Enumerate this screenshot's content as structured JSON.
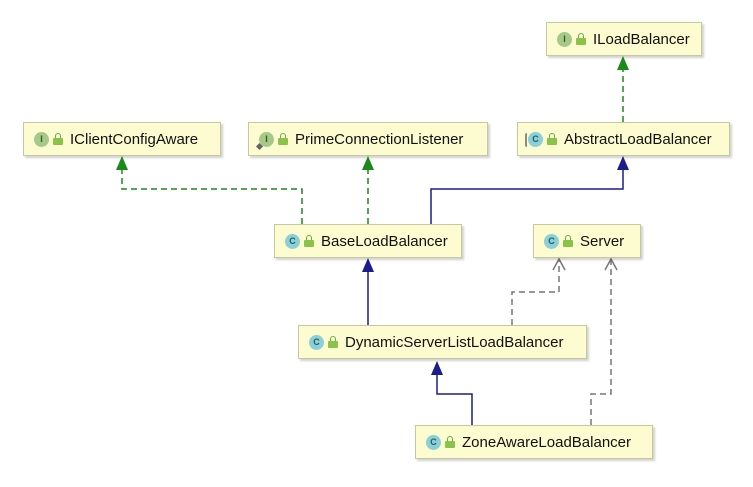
{
  "diagram": {
    "nodes": {
      "iloadbalancer": {
        "label": "ILoadBalancer",
        "kind": "interface",
        "badge": "I"
      },
      "iclientconfigaware": {
        "label": "IClientConfigAware",
        "kind": "interface",
        "badge": "I"
      },
      "primeconnectionlistener": {
        "label": "PrimeConnectionListener",
        "kind": "interface",
        "badge": "I"
      },
      "abstractloadbalancer": {
        "label": "AbstractLoadBalancer",
        "kind": "abstract-class",
        "badge": "C"
      },
      "baseloadbalancer": {
        "label": "BaseLoadBalancer",
        "kind": "class",
        "badge": "C"
      },
      "server": {
        "label": "Server",
        "kind": "class",
        "badge": "C"
      },
      "dynamicserverlistloadbalancer": {
        "label": "DynamicServerListLoadBalancer",
        "kind": "class",
        "badge": "C"
      },
      "zoneawareloadbalancer": {
        "label": "ZoneAwareLoadBalancer",
        "kind": "class",
        "badge": "C"
      }
    },
    "relations": [
      {
        "from": "abstractloadbalancer",
        "to": "iloadbalancer",
        "type": "implements"
      },
      {
        "from": "baseloadbalancer",
        "to": "iclientconfigaware",
        "type": "implements"
      },
      {
        "from": "baseloadbalancer",
        "to": "primeconnectionlistener",
        "type": "implements"
      },
      {
        "from": "baseloadbalancer",
        "to": "abstractloadbalancer",
        "type": "extends"
      },
      {
        "from": "dynamicserverlistloadbalancer",
        "to": "baseloadbalancer",
        "type": "extends"
      },
      {
        "from": "dynamicserverlistloadbalancer",
        "to": "server",
        "type": "uses"
      },
      {
        "from": "zoneawareloadbalancer",
        "to": "dynamicserverlistloadbalancer",
        "type": "extends"
      },
      {
        "from": "zoneawareloadbalancer",
        "to": "server",
        "type": "uses"
      }
    ],
    "colors": {
      "implements": "#1a8a1a",
      "extends": "#1c1c8c",
      "uses": "#777777",
      "node_fill": "#fcfcd0",
      "node_border": "#c8c8a0"
    }
  }
}
